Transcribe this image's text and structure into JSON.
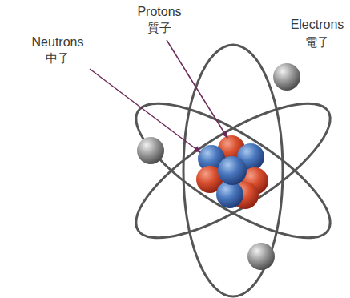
{
  "diagram": {
    "labels": [
      "Protons",
      "質子",
      "Neutrons",
      "中子",
      "Electrons",
      "電子"
    ]
  }
}
